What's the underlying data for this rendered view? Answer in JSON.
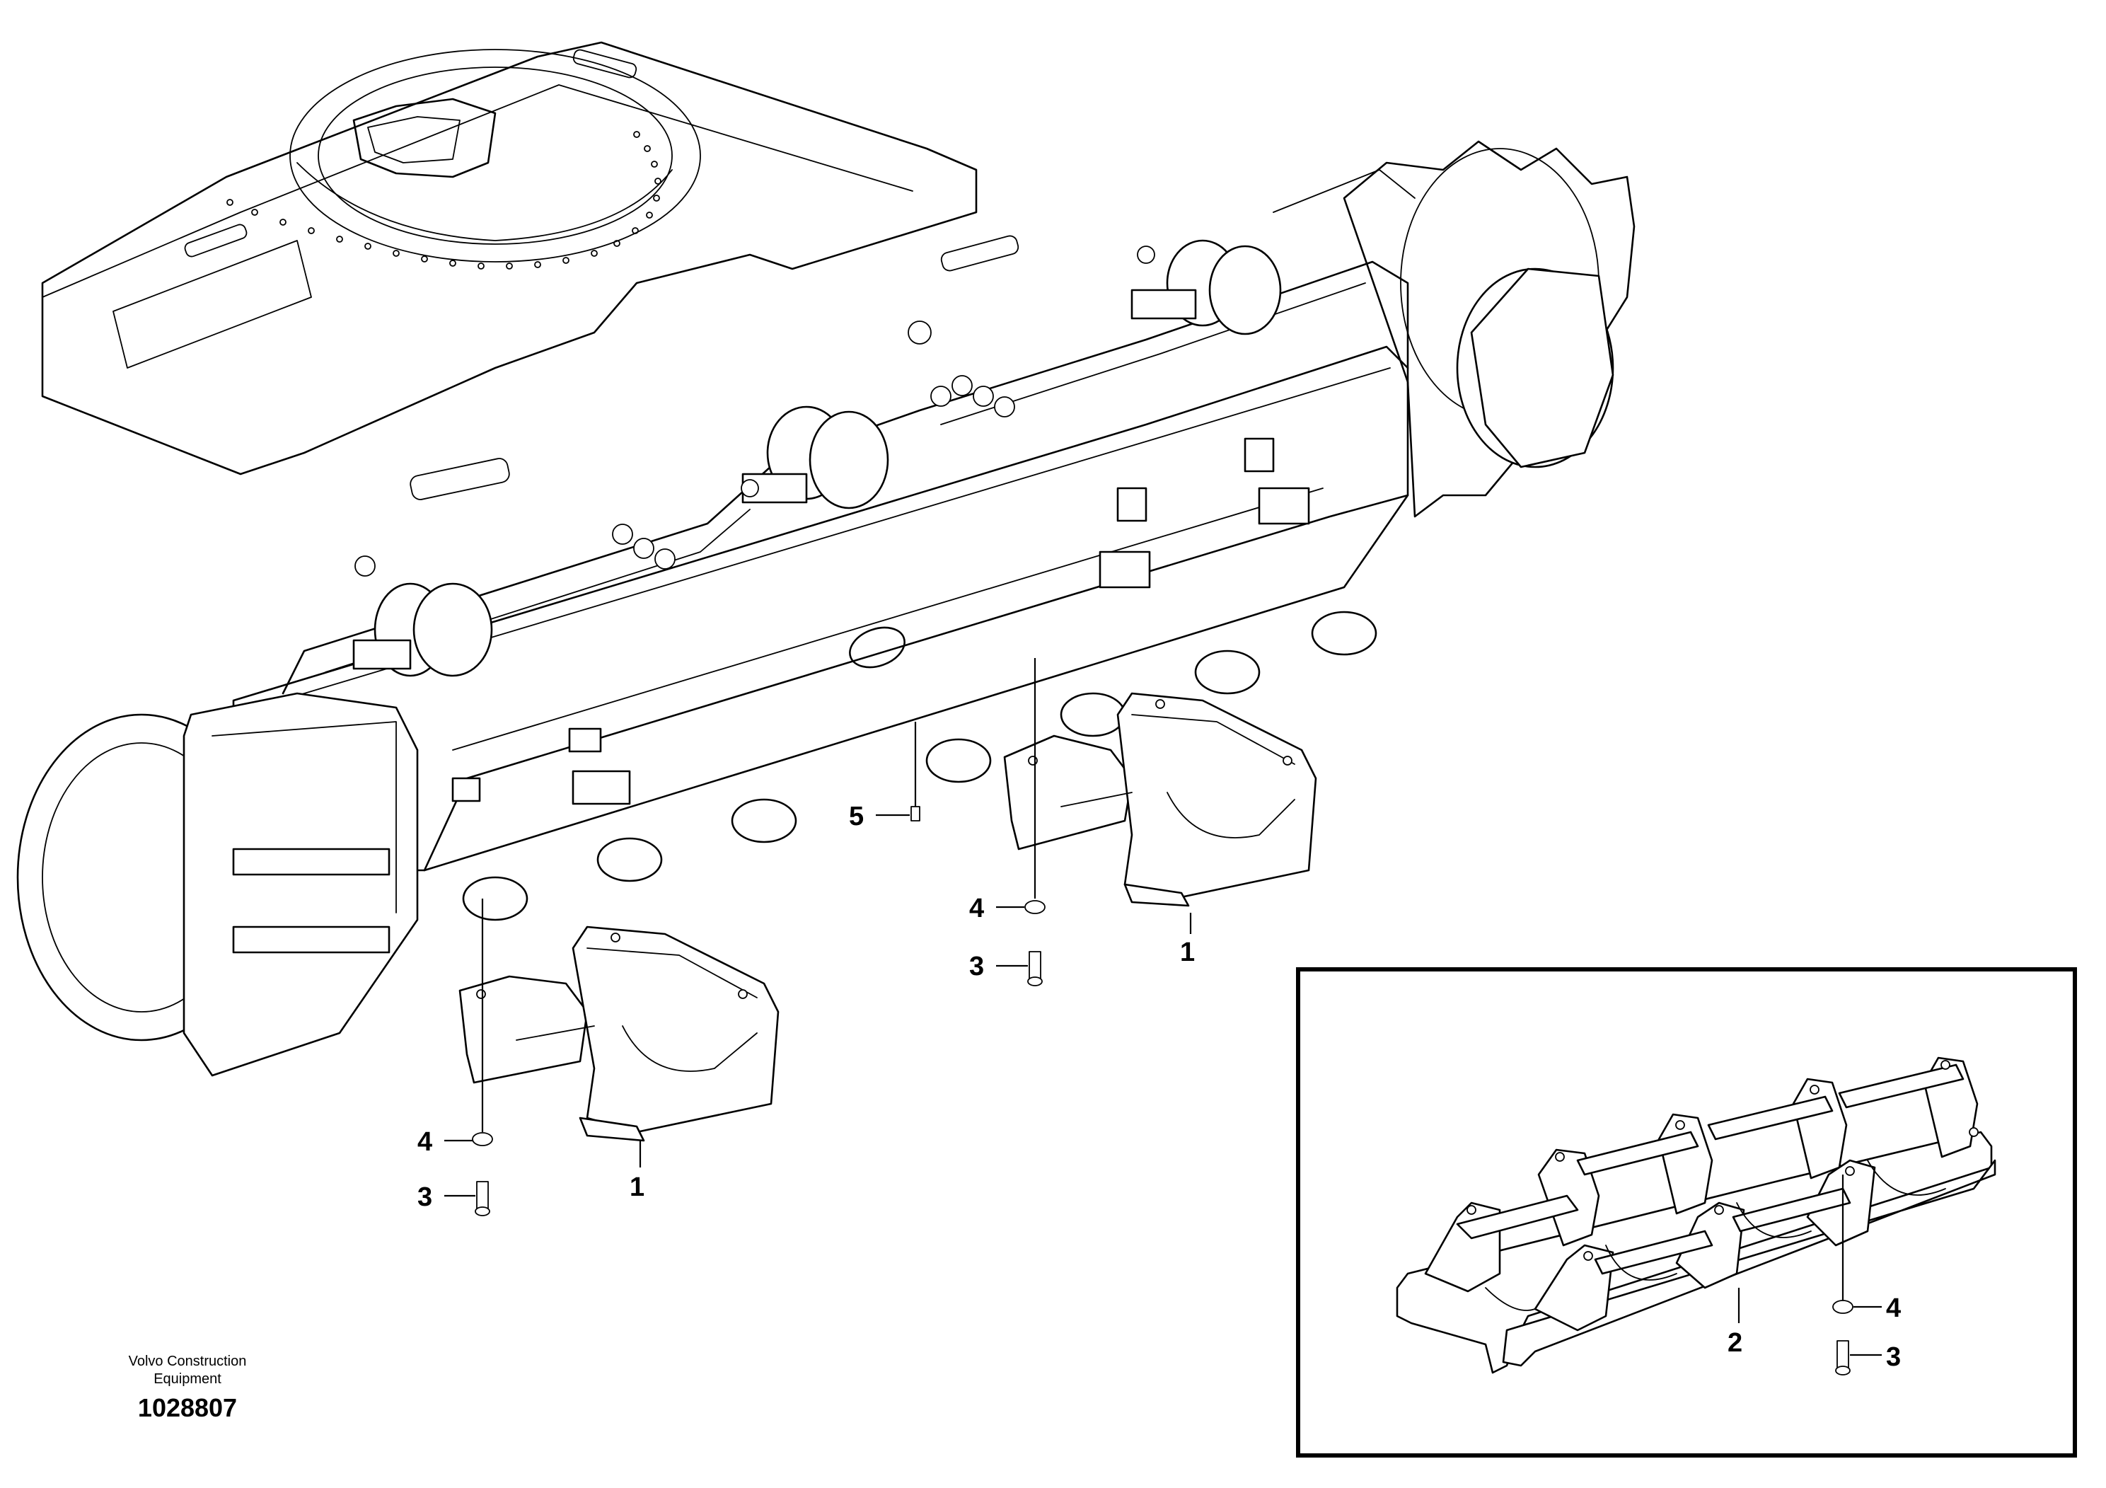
{
  "diagram": {
    "callouts": {
      "c1a": "1",
      "c1b": "1",
      "c2": "2",
      "c3a": "3",
      "c3b": "3",
      "c3c": "3",
      "c4a": "4",
      "c4b": "4",
      "c4c": "4",
      "c5": "5"
    },
    "brand_line1": "Volvo Construction",
    "brand_line2": "Equipment",
    "document_number": "1028807"
  }
}
